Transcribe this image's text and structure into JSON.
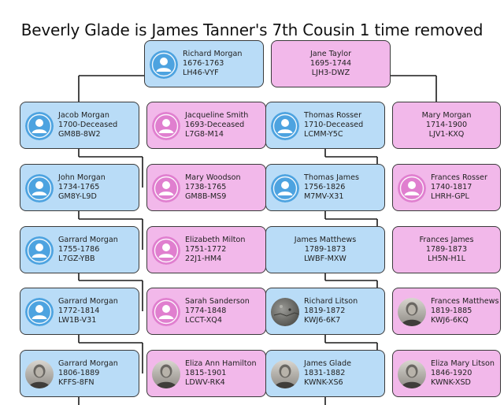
{
  "title": "Beverly Glade is James Tanner's 7th Cousin 1 time removed",
  "colors": {
    "male": "#b9dcf7",
    "female": "#f2b8ea",
    "line": "#1a1a1a",
    "avatar_male": "#4da3e0",
    "avatar_female": "#e07fcf"
  },
  "people": {
    "richard_morgan": {
      "name": "Richard Morgan",
      "dates": "1676-1763",
      "id": "LH46-VYF",
      "sex": "m",
      "avatar": "silhouette-icon"
    },
    "jane_taylor": {
      "name": "Jane Taylor",
      "dates": "1695-1744",
      "id": "LJH3-DWZ",
      "sex": "f",
      "avatar": "none"
    },
    "jacob_morgan": {
      "name": "Jacob Morgan",
      "dates": "1700-Deceased",
      "id": "GM8B-8W2",
      "sex": "m",
      "avatar": "silhouette-icon"
    },
    "jacqueline_smith": {
      "name": "Jacqueline Smith",
      "dates": "1693-Deceased",
      "id": "L7G8-M14",
      "sex": "f",
      "avatar": "silhouette-icon"
    },
    "thomas_rosser": {
      "name": "Thomas Rosser",
      "dates": "1710-Deceased",
      "id": "LCMM-Y5C",
      "sex": "m",
      "avatar": "silhouette-icon"
    },
    "mary_morgan": {
      "name": "Mary Morgan",
      "dates": "1714-1900",
      "id": "LJV1-KXQ",
      "sex": "f",
      "avatar": "none"
    },
    "john_morgan": {
      "name": "John Morgan",
      "dates": "1734-1765",
      "id": "GM8Y-L9D",
      "sex": "m",
      "avatar": "silhouette-icon"
    },
    "mary_woodson": {
      "name": "Mary Woodson",
      "dates": "1738-1765",
      "id": "GM8B-MS9",
      "sex": "f",
      "avatar": "silhouette-icon"
    },
    "thomas_james": {
      "name": "Thomas James",
      "dates": "1756-1826",
      "id": "M7MV-X31",
      "sex": "m",
      "avatar": "silhouette-icon"
    },
    "frances_rosser": {
      "name": "Frances Rosser",
      "dates": "1740-1817",
      "id": "LHRH-GPL",
      "sex": "f",
      "avatar": "silhouette-icon"
    },
    "garrard_morgan_1755": {
      "name": "Garrard Morgan",
      "dates": "1755-1786",
      "id": "L7GZ-YBB",
      "sex": "m",
      "avatar": "silhouette-icon"
    },
    "elizabeth_milton": {
      "name": "Elizabeth Milton",
      "dates": "1751-1772",
      "id": "22J1-HM4",
      "sex": "f",
      "avatar": "silhouette-icon"
    },
    "james_matthews": {
      "name": "James Matthews",
      "dates": "1789-1873",
      "id": "LWBF-MXW",
      "sex": "m",
      "avatar": "none"
    },
    "frances_james": {
      "name": "Frances James",
      "dates": "1789-1873",
      "id": "LH5N-H1L",
      "sex": "f",
      "avatar": "none"
    },
    "garrard_morgan_1772": {
      "name": "Garrard Morgan",
      "dates": "1772-1814",
      "id": "LW1B-V31",
      "sex": "m",
      "avatar": "silhouette-icon"
    },
    "sarah_sanderson": {
      "name": "Sarah Sanderson",
      "dates": "1774-1848",
      "id": "LCCT-XQ4",
      "sex": "f",
      "avatar": "silhouette-icon"
    },
    "richard_litson": {
      "name": "Richard Litson",
      "dates": "1819-1872",
      "id": "KWJ6-6K7",
      "sex": "m",
      "avatar": "grave-photo"
    },
    "frances_matthews": {
      "name": "Frances Matthews",
      "dates": "1819-1885",
      "id": "KWJ6-6KQ",
      "sex": "f",
      "avatar": "portrait-photo"
    },
    "garrard_morgan_1806": {
      "name": "Garrard Morgan",
      "dates": "1806-1889",
      "id": "KFFS-8FN",
      "sex": "m",
      "avatar": "portrait-photo"
    },
    "eliza_ann_hamilton": {
      "name": "Eliza Ann Hamilton",
      "dates": "1815-1901",
      "id": "LDWV-RK4",
      "sex": "f",
      "avatar": "portrait-photo"
    },
    "james_glade": {
      "name": "James Glade",
      "dates": "1831-1882",
      "id": "KWNK-XS6",
      "sex": "m",
      "avatar": "portrait-photo"
    },
    "eliza_mary_litson": {
      "name": "Eliza Mary Litson",
      "dates": "1846-1920",
      "id": "KWNK-XSD",
      "sex": "f",
      "avatar": "portrait-photo"
    }
  }
}
